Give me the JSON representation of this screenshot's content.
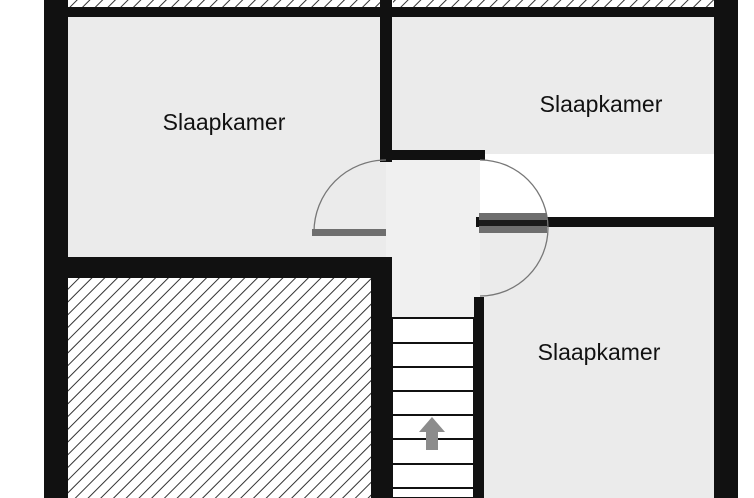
{
  "floorplan": {
    "rooms": [
      {
        "label": "Slaapkamer"
      },
      {
        "label": "Slaapkamer"
      },
      {
        "label": "Slaapkamer"
      }
    ],
    "stairs": {
      "direction": "up"
    },
    "colors": {
      "wall": "#111111",
      "room_fill": "#ebebeb",
      "hall_fill": "#f0f0f0",
      "hatch": "#333333",
      "door_leaf": "#6e6e6e",
      "arrow": "#8c8c8c"
    }
  }
}
